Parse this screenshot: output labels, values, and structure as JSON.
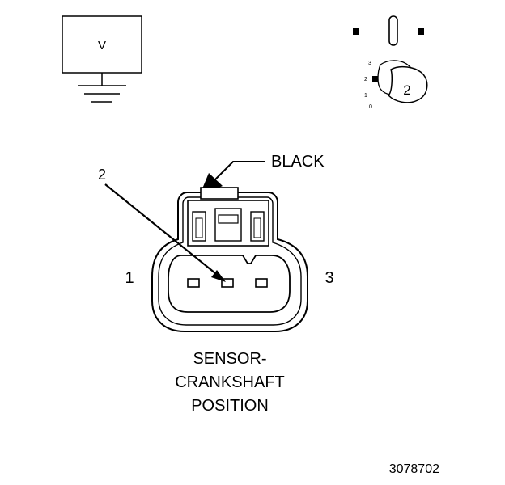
{
  "meter": {
    "symbol": "V"
  },
  "connector_key": {
    "pin_number": "2",
    "scale": [
      "3",
      "2",
      "1",
      "0"
    ]
  },
  "wire_color_label": "BLACK",
  "pin_labels": {
    "pin1": "1",
    "pin2": "2",
    "pin3": "3"
  },
  "component_name": {
    "line1": "SENSOR-",
    "line2": "CRANKSHAFT",
    "line3": "POSITION"
  },
  "figure_number": "3078702"
}
